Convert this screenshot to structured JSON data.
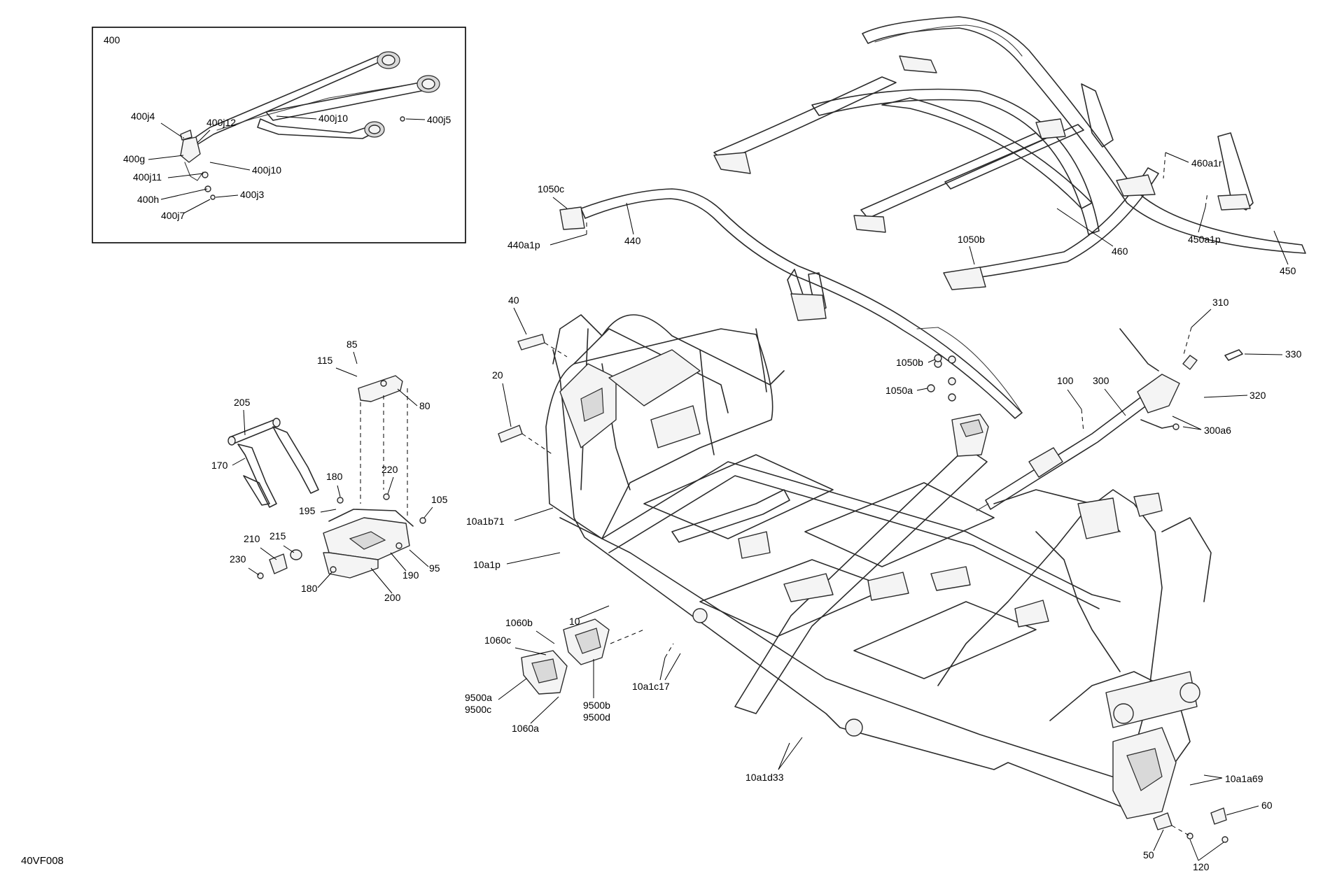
{
  "reference_code": "40VF008",
  "inset": {
    "title": "400"
  },
  "callouts": {
    "c400j4": "400j4",
    "c400j12": "400j12",
    "c400j10a": "400j10",
    "c400j5": "400j5",
    "c400g": "400g",
    "c400j10b": "400j10",
    "c400j11": "400j11",
    "c400h": "400h",
    "c400j3": "400j3",
    "c400j7": "400j7",
    "c1050c": "1050c",
    "c440a1p": "440a1p",
    "c440": "440",
    "c1050b_top": "1050b",
    "c460": "460",
    "c460a1r": "460a1r",
    "c450a1p": "450a1p",
    "c450": "450",
    "c40": "40",
    "c20": "20",
    "c1050b": "1050b",
    "c1050a": "1050a",
    "c310": "310",
    "c330": "330",
    "c100": "100",
    "c300": "300",
    "c320": "320",
    "c300a6": "300a6",
    "c85": "85",
    "c115": "115",
    "c80": "80",
    "c205": "205",
    "c170": "170",
    "c180a": "180",
    "c220": "220",
    "c195": "195",
    "c105": "105",
    "c210": "210",
    "c215": "215",
    "c230": "230",
    "c95": "95",
    "c190": "190",
    "c180b": "180",
    "c200": "200",
    "c10a1b71": "10a1b71",
    "c10a1p": "10a1p",
    "c10": "10",
    "c1060b": "1060b",
    "c1060c": "1060c",
    "c9500a": "9500a",
    "c9500c": "9500c",
    "c9500b": "9500b",
    "c9500d": "9500d",
    "c1060a": "1060a",
    "c10a1c17": "10a1c17",
    "c10a1d33": "10a1d33",
    "c10a1a69": "10a1a69",
    "c60": "60",
    "c50": "50",
    "c120": "120"
  }
}
